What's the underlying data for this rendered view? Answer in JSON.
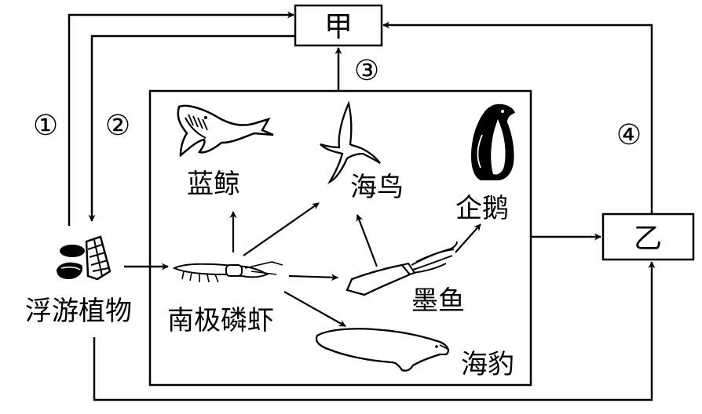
{
  "nodes": {
    "jia": "甲",
    "yi": "乙",
    "plankton": "浮游植物",
    "krill": "南极磷虾",
    "blue_whale": "蓝鲸",
    "seabird": "海鸟",
    "penguin": "企鹅",
    "squid": "墨鱼",
    "seal": "海豹"
  },
  "arrows": {
    "a1": "①",
    "a2": "②",
    "a3": "③",
    "a4": "④"
  },
  "icons": [
    "blue-whale-icon",
    "seabird-icon",
    "penguin-icon",
    "krill-icon",
    "squid-icon",
    "seal-icon",
    "plankton-icon"
  ],
  "colors": {
    "ink": "#000000",
    "background": "#ffffff"
  }
}
